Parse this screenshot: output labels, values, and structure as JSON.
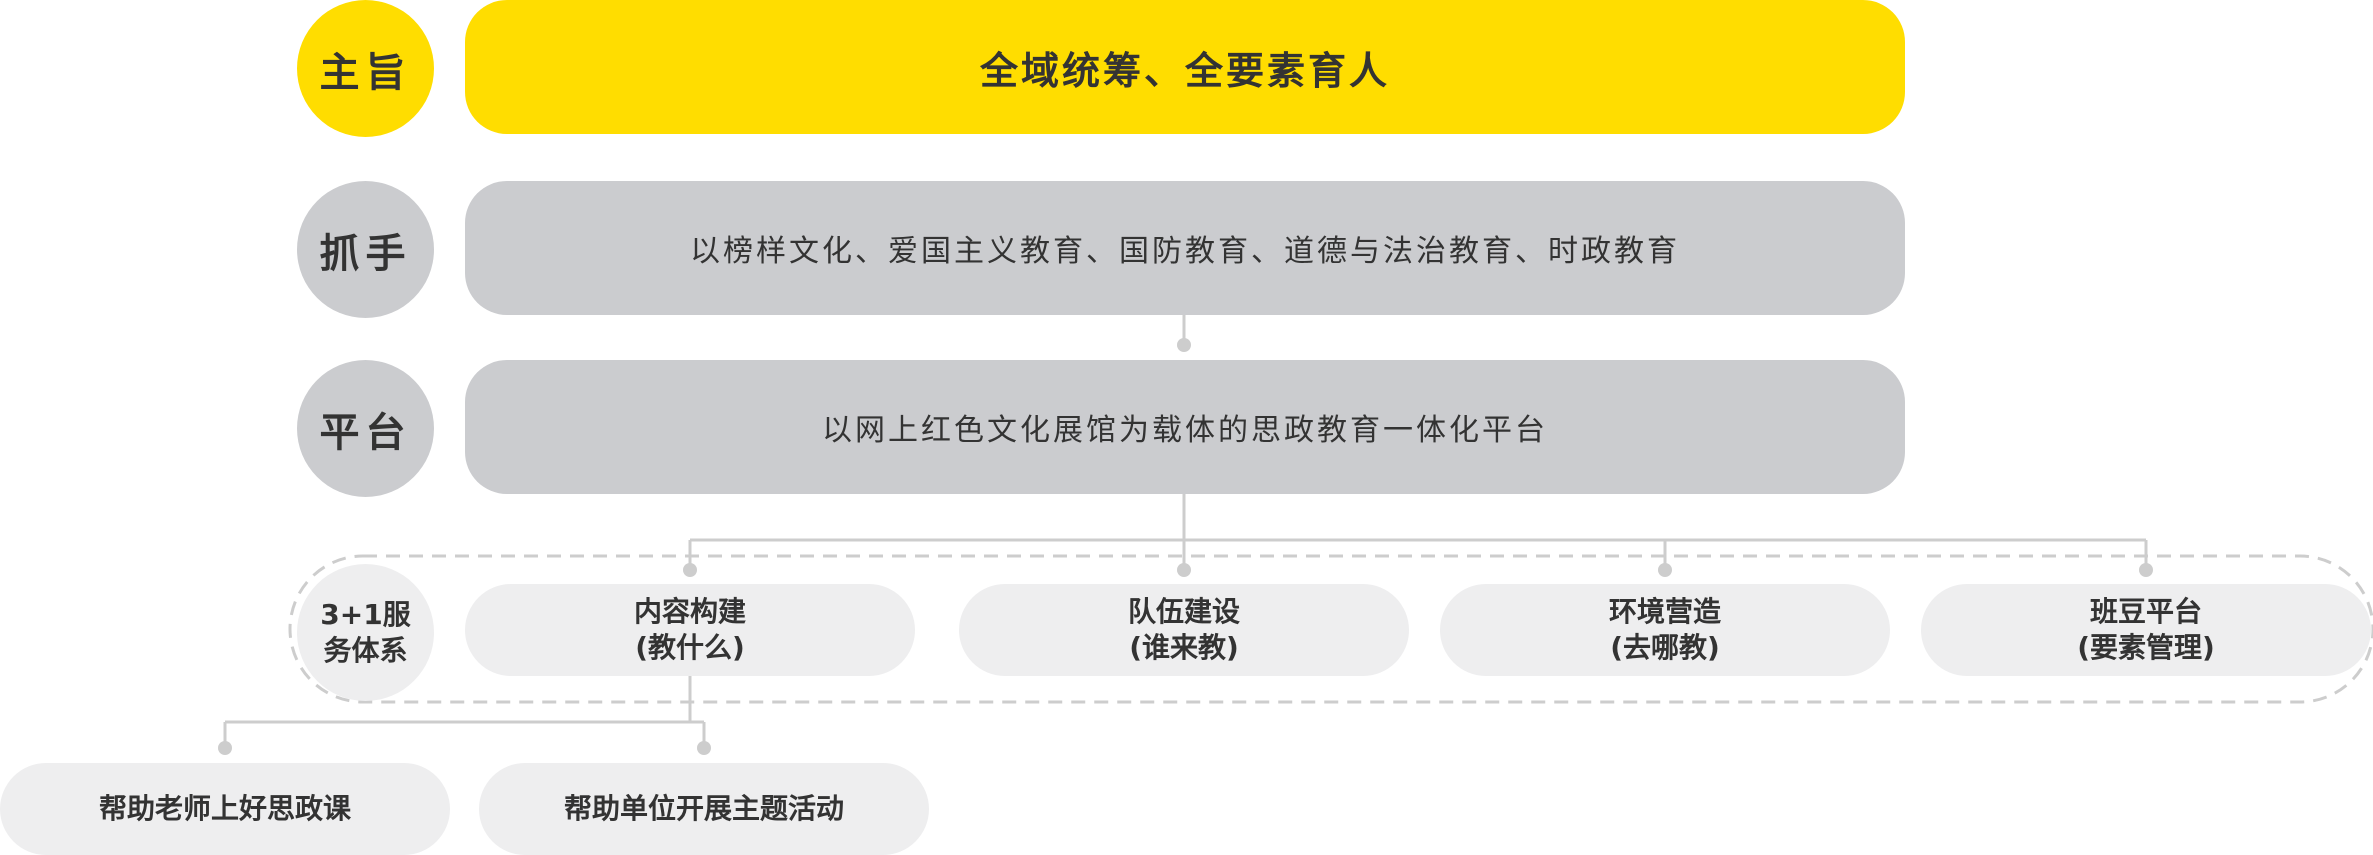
{
  "colors": {
    "accent": "#FFDD00",
    "gray": "#CBCCCF",
    "light": "#EEEEEF",
    "text": "#333333",
    "line": "#CDCDCD"
  },
  "rows": {
    "purpose": {
      "label": "主旨",
      "text": "全域统筹、全要素育人"
    },
    "grip": {
      "label": "抓手",
      "text": "以榜样文化、爱国主义教育、国防教育、道德与法治教育、时政教育"
    },
    "platform": {
      "label": "平台",
      "text": "以网上红色文化展馆为载体的思政教育一体化平台"
    }
  },
  "service": {
    "label_line1": "3+1服",
    "label_line2": "务体系",
    "items": [
      {
        "name": "内容构建",
        "sub": "(教什么)"
      },
      {
        "name": "队伍建设",
        "sub": "(谁来教)"
      },
      {
        "name": "环境营造",
        "sub": "(去哪教)"
      },
      {
        "name": "班豆平台",
        "sub": "(要素管理)"
      }
    ]
  },
  "outcomes": [
    {
      "text": "帮助老师上好思政课"
    },
    {
      "text": "帮助单位开展主题活动"
    }
  ]
}
